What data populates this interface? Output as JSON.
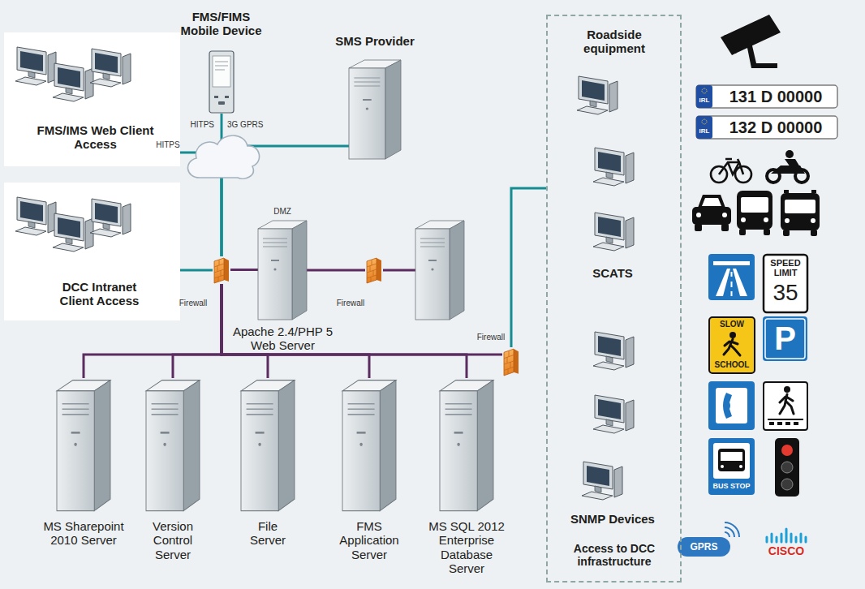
{
  "diagram": {
    "nodes": [
      {
        "text": [
          "FMS/IMS Web Client Access"
        ]
      },
      {
        "text": [
          "FMS/FIMS Mobile Device"
        ]
      },
      {
        "text": [
          "SMS Provider"
        ]
      },
      {
        "text": [
          "DCC Intranet Client Access"
        ]
      },
      {
        "text": [
          "Firewall"
        ]
      },
      {
        "text": [
          "DMZ",
          "Apache 2.4/PHP 5 Web Server"
        ]
      },
      {
        "text": [
          "Firewall"
        ]
      },
      {
        "text": [
          "Roadside equipment",
          "Access to DCC infrastructure"
        ]
      },
      {
        "text": [
          "SCATS"
        ],
        "in": 7
      },
      {
        "text": [
          "SNMP Devices"
        ],
        "in": 7
      },
      {
        "text": [
          "Firewall"
        ]
      },
      {
        "text": [
          "MS Sharepoint 2010 Server"
        ]
      },
      {
        "text": [
          "Version Control Server"
        ]
      },
      {
        "text": [
          "File Server"
        ]
      },
      {
        "text": [
          "FMS Application Server"
        ]
      },
      {
        "text": [
          "MS SQL 2012 Enterprise Database Server"
        ]
      }
    ],
    "edges": [
      {
        "from": 0,
        "to": 4,
        "arrow": "none",
        "label": "HITPS"
      },
      {
        "from": 1,
        "to": 4,
        "arrow": "none"
      },
      {
        "from": 2,
        "to": 4,
        "arrow": "none"
      },
      {
        "from": 3,
        "to": 4,
        "arrow": "none"
      },
      {
        "from": 4,
        "to": 5,
        "arrow": "none"
      },
      {
        "from": 5,
        "to": 6,
        "arrow": "none"
      },
      {
        "from": 4,
        "to": 11,
        "arrow": "none"
      },
      {
        "from": 4,
        "to": 12,
        "arrow": "none"
      },
      {
        "from": 4,
        "to": 13,
        "arrow": "none"
      },
      {
        "from": 4,
        "to": 14,
        "arrow": "none"
      },
      {
        "from": 4,
        "to": 15,
        "arrow": "none"
      },
      {
        "from": 4,
        "to": 10,
        "arrow": "none"
      },
      {
        "from": 10,
        "to": 7,
        "arrow": "none"
      }
    ],
    "labels": [
      "HITPS",
      "3G GPRS",
      "IRL",
      "131 D 00000",
      "IRL",
      "132 D 00000",
      "SPEED LIMIT",
      "35",
      "SLOW",
      "SCHOOL",
      "P",
      "BUS STOP",
      "GPRS",
      "CISCO"
    ]
  }
}
